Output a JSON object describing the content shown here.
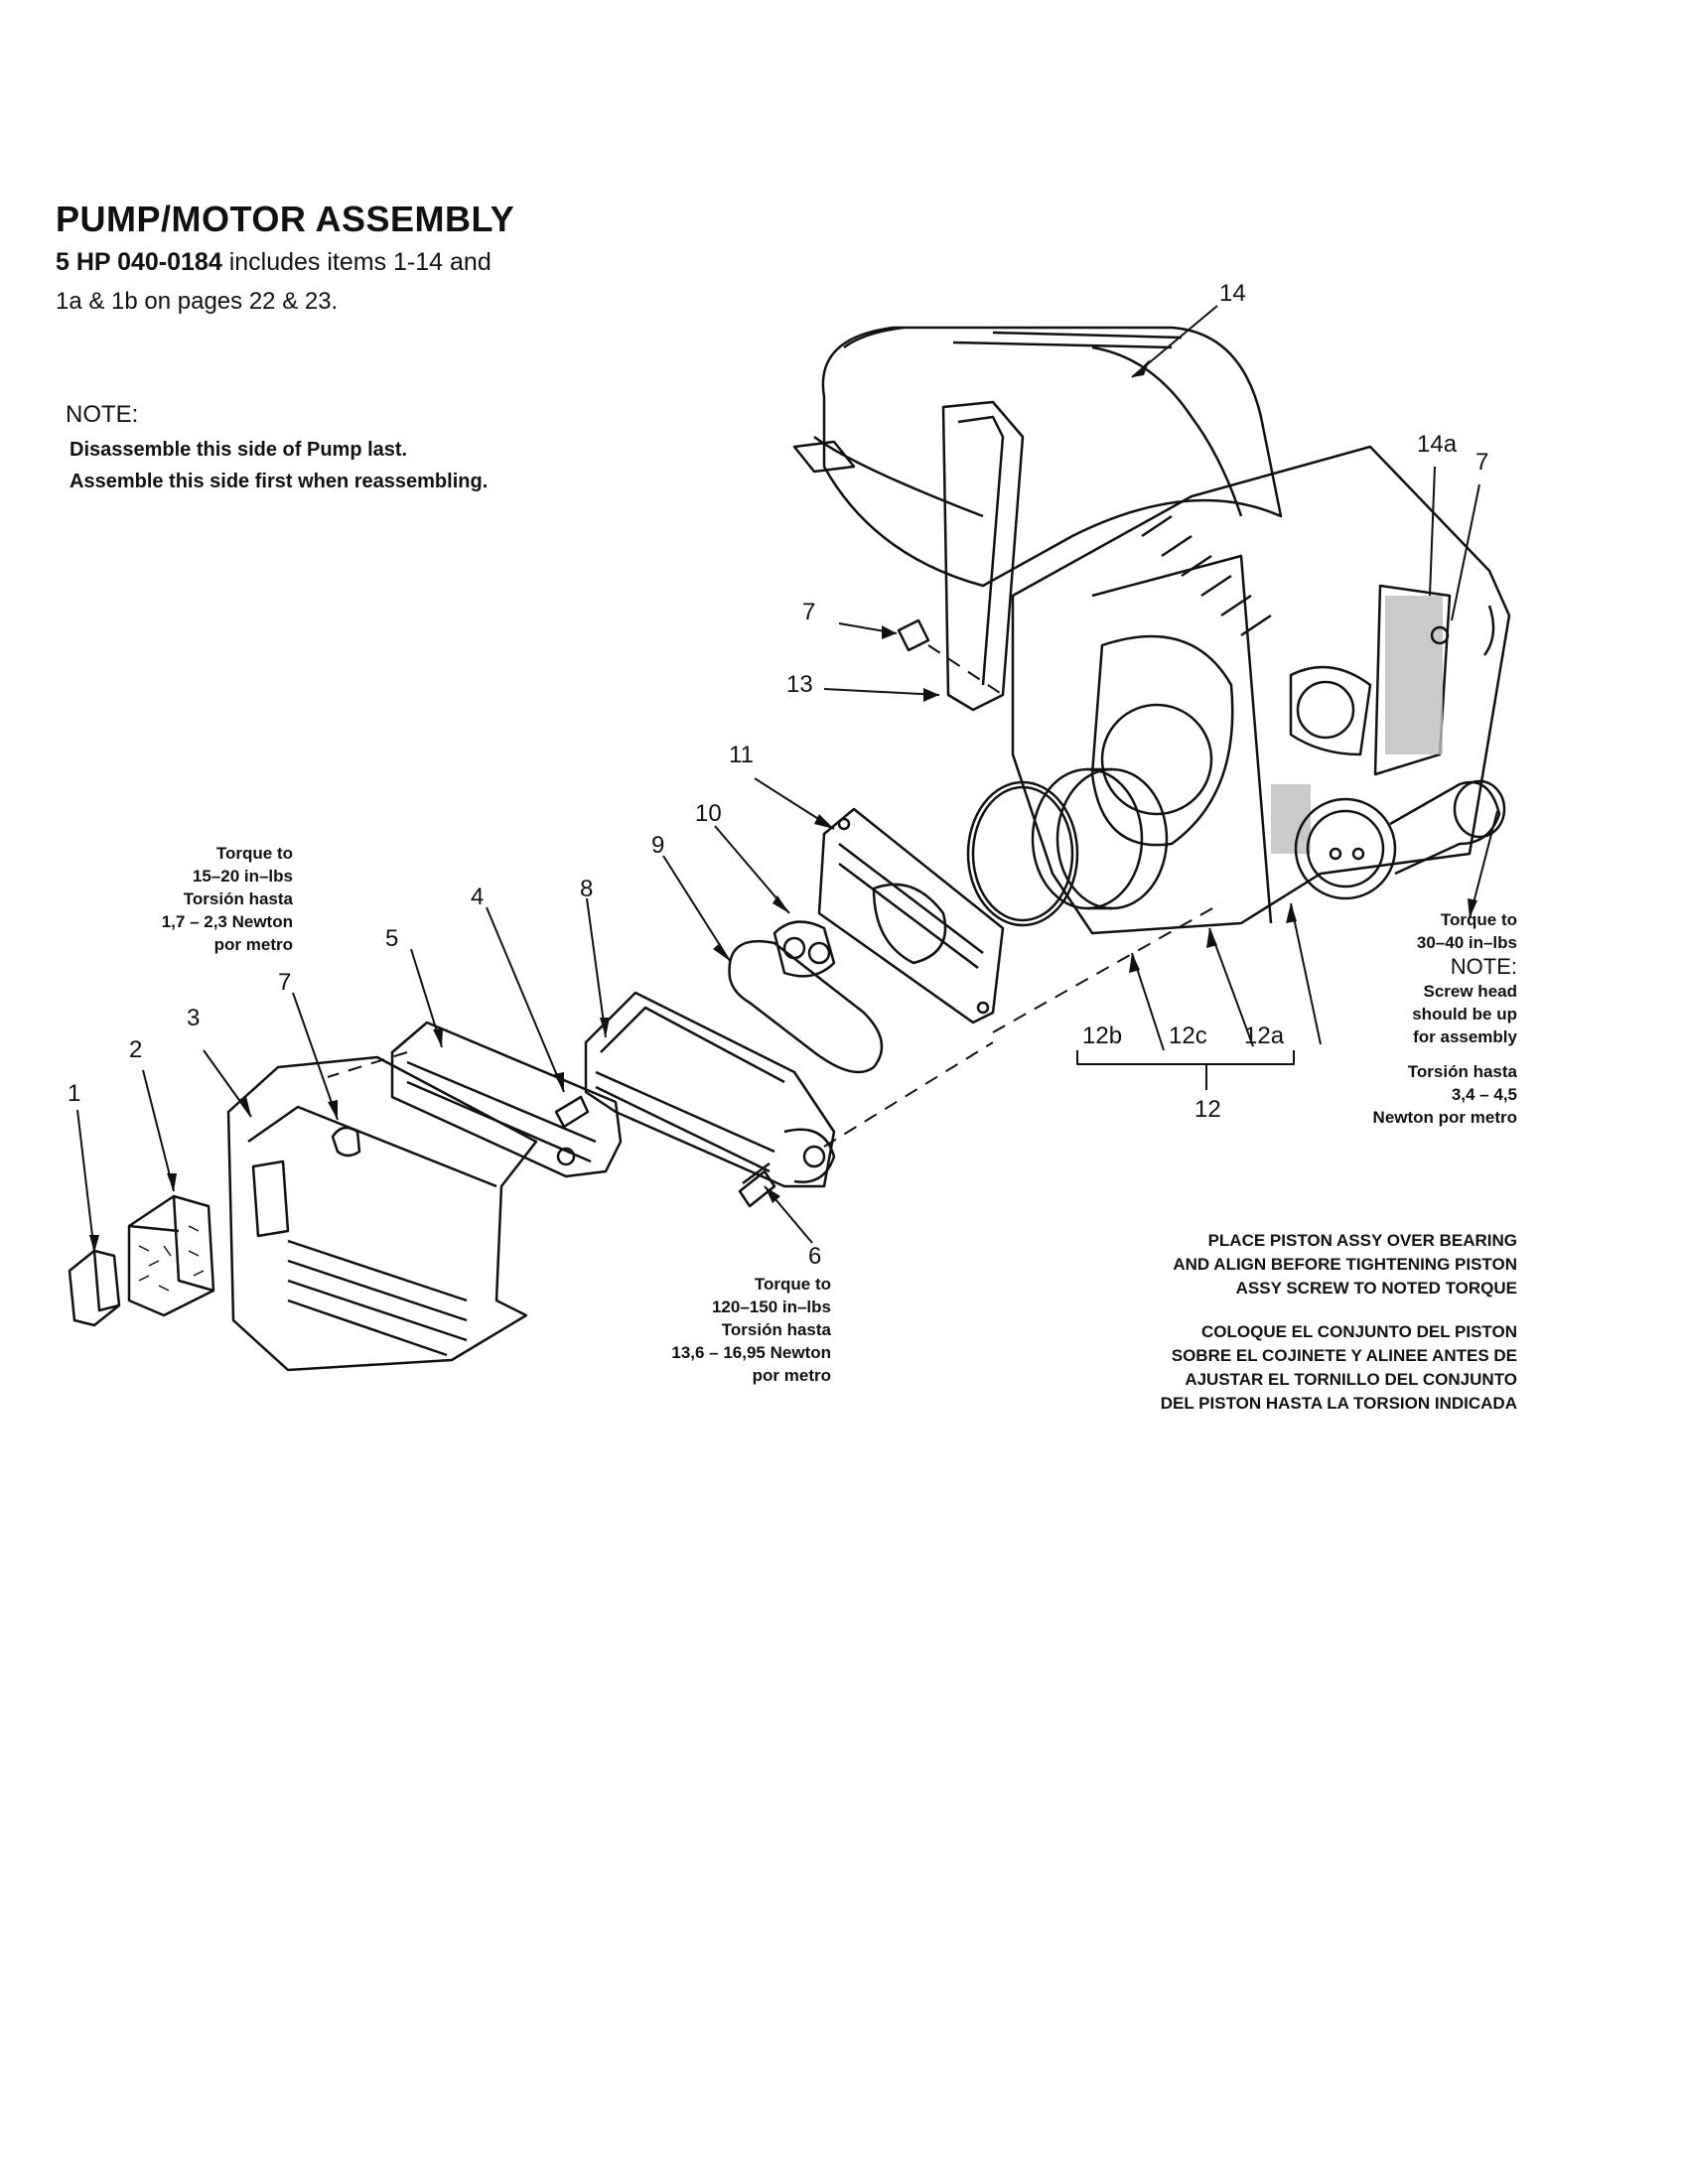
{
  "header": {
    "title": "PUMP/MOTOR ASSEMBLY",
    "model": "5 HP  040-0184",
    "includes": "includes items 1-14 and",
    "pages": "1a & 1b  on pages 22 & 23."
  },
  "note": {
    "heading": "NOTE:",
    "line1": "Disassemble this side of Pump last.",
    "line2": "Assemble this side first when reassembling."
  },
  "callouts": {
    "c1": "1",
    "c2": "2",
    "c3": "3",
    "c4": "4",
    "c5": "5",
    "c6": "6",
    "c7a": "7",
    "c7b": "7",
    "c7c": "7",
    "c8": "8",
    "c9": "9",
    "c10": "10",
    "c11": "11",
    "c13": "13",
    "c12": "12",
    "c12a": "12a",
    "c12b": "12b",
    "c12c": "12c",
    "c14": "14",
    "c14a": "14a"
  },
  "torque_7": [
    "Torque to",
    "15–20 in–lbs",
    "Torsión hasta",
    "1,7 – 2,3 Newton",
    "por metro"
  ],
  "torque_6": [
    "Torque to",
    "120–150 in–lbs",
    "Torsión hasta",
    "13,6 – 16,95 Newton",
    "por metro"
  ],
  "torque_12a": {
    "l1": "Torque to",
    "l2": "30–40 in–lbs",
    "note": "NOTE:",
    "l3": "Screw head",
    "l4": "should be up",
    "l5": "for assembly",
    "l6": "Torsión hasta",
    "l7": "3,4 – 4,5",
    "l8": "Newton por metro"
  },
  "piston_note_en": [
    "PLACE PISTON ASSY OVER BEARING",
    "AND ALIGN BEFORE TIGHTENING PISTON",
    "ASSY SCREW TO NOTED TORQUE"
  ],
  "piston_note_es": [
    "COLOQUE EL CONJUNTO DEL PISTON",
    "SOBRE EL COJINETE Y ALINEE ANTES DE",
    "AJUSTAR EL TORNILLO DEL CONJUNTO",
    "DEL PISTON HASTA LA TORSION INDICADA"
  ]
}
